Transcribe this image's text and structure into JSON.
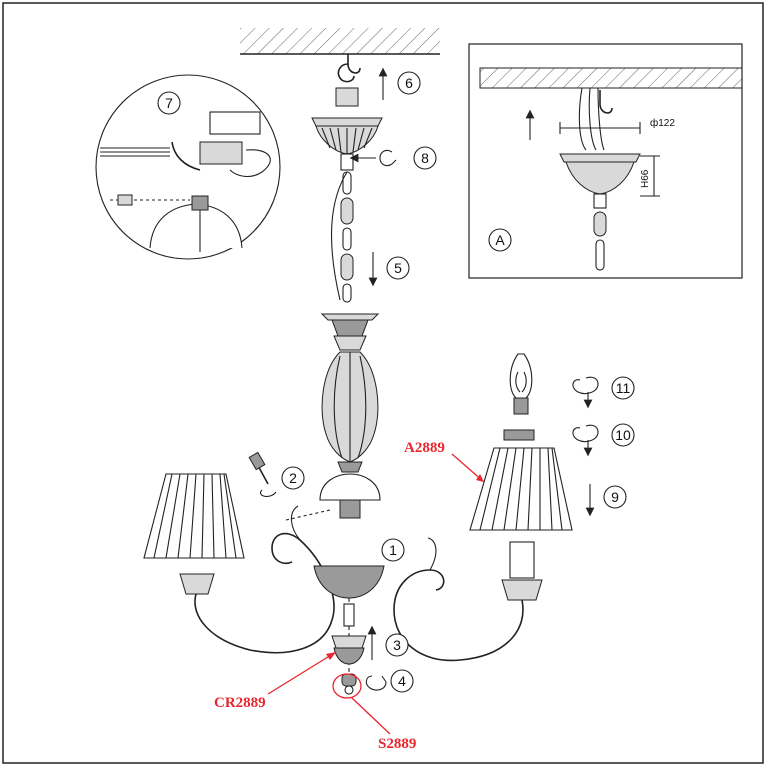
{
  "steps": {
    "s1": "1",
    "s2": "2",
    "s3": "3",
    "s4": "4",
    "s5": "5",
    "s6": "6",
    "s7": "7",
    "s8": "8",
    "s9": "9",
    "s10": "10",
    "s11": "11"
  },
  "inset": {
    "label": "A",
    "diameter": "ф122",
    "height": "H66"
  },
  "parts": {
    "shade": "A2889",
    "cup": "CR2889",
    "finial": "S2889"
  }
}
